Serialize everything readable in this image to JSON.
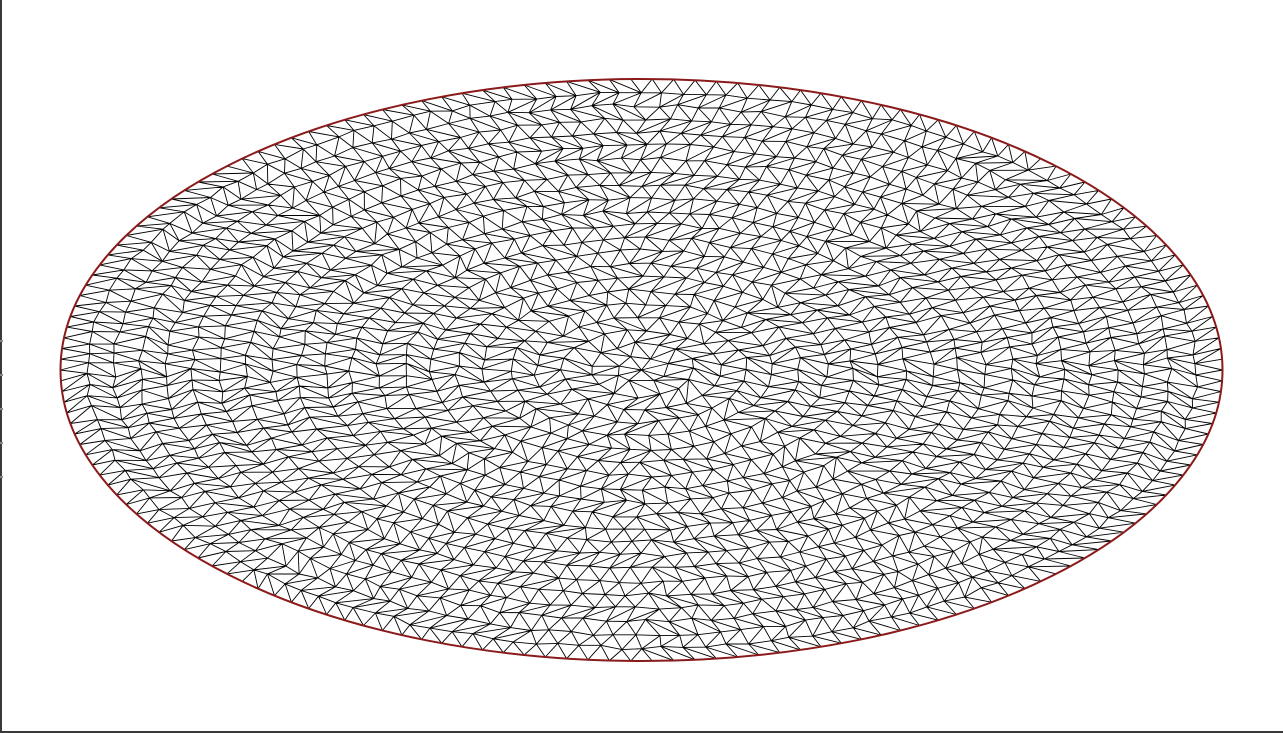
{
  "canvas": {
    "background": "#ffffff",
    "frame_color": "#3a3a3a"
  },
  "mesh": {
    "shape": "ellipse",
    "element_type": "triangle",
    "edge_color": "#000000",
    "boundary_color": "#8b1a1a",
    "radial_layers": 22,
    "boundary_nodes": 170
  }
}
